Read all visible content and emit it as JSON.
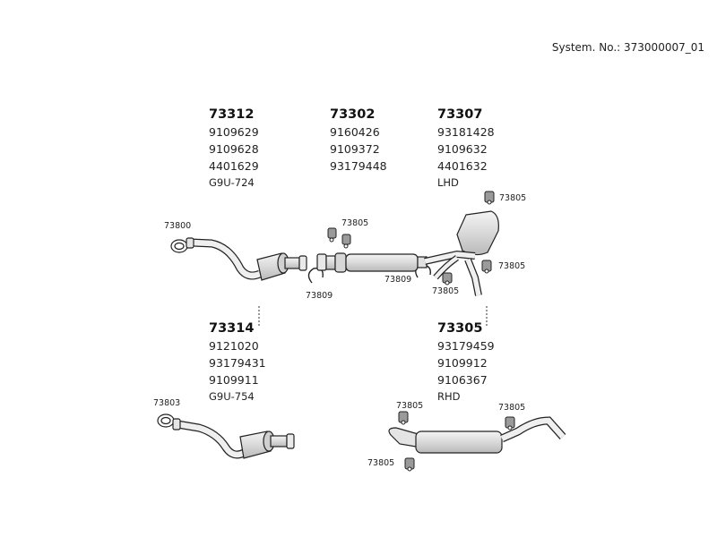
{
  "system_no": "System. No.: 373000007_01",
  "parts": [
    {
      "id": "b1",
      "number": "73312",
      "refs": [
        "9109629",
        "9109628",
        "4401629"
      ],
      "note": "G9U-724"
    },
    {
      "id": "b2",
      "number": "73302",
      "refs": [
        "9160426",
        "9109372",
        "93179448"
      ],
      "note": ""
    },
    {
      "id": "b3",
      "number": "73307",
      "refs": [
        "93181428",
        "9109632",
        "4401632"
      ],
      "note": "LHD"
    },
    {
      "id": "b4",
      "number": "73314",
      "refs": [
        "9121020",
        "93179431",
        "9109911"
      ],
      "note": "G9U-754"
    },
    {
      "id": "b5",
      "number": "73305",
      "refs": [
        "93179459",
        "9109912",
        "9106367"
      ],
      "note": "RHD"
    }
  ],
  "callouts": [
    {
      "id": "c1",
      "label": "73800"
    },
    {
      "id": "c2",
      "label": "73805"
    },
    {
      "id": "c3",
      "label": "73805"
    },
    {
      "id": "c4",
      "label": "73809"
    },
    {
      "id": "c5",
      "label": "73809"
    },
    {
      "id": "c6",
      "label": "73805"
    },
    {
      "id": "c7",
      "label": "73805"
    },
    {
      "id": "c8",
      "label": "73803"
    },
    {
      "id": "c9",
      "label": "73805"
    },
    {
      "id": "c10",
      "label": "73805"
    },
    {
      "id": "c11",
      "label": "73805"
    }
  ]
}
